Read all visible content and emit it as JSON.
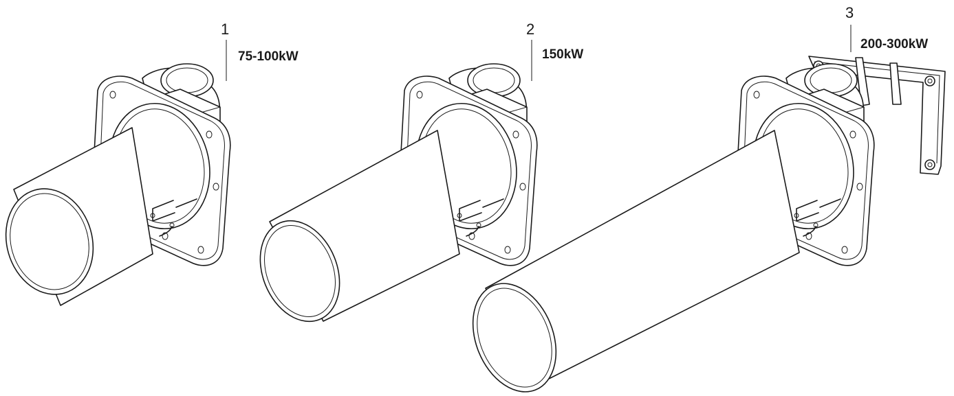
{
  "burners": [
    {
      "number": "1",
      "rating": "75-100kW"
    },
    {
      "number": "2",
      "rating": "150kW"
    },
    {
      "number": "3",
      "rating": "200-300kW"
    }
  ]
}
